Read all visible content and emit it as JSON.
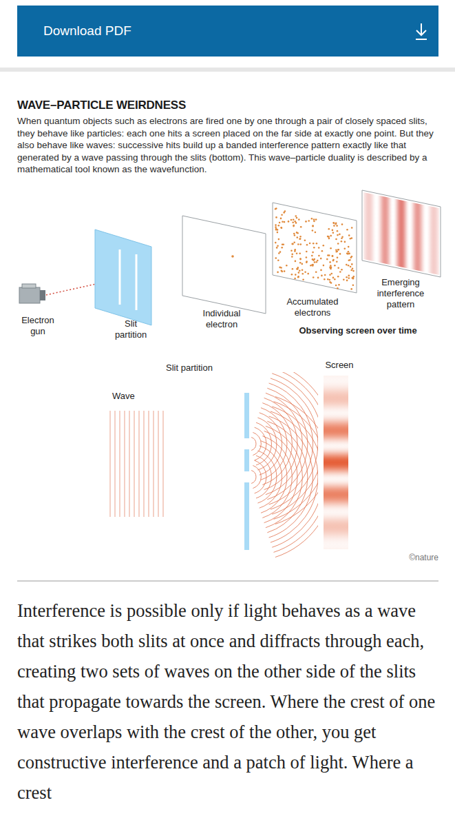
{
  "diagram": {
    "title": "WAVE–PARTICLE WEIRDNESS",
    "caption": "When quantum objects such as electrons are fired one by one through a pair of closely spaced slits, they behave like particles: each one hits a screen placed on the far side at exactly one point. But they also behave like waves: successive hits build up a banded interference pattern exactly like that generated by a wave passing through the slits (bottom). This wave–particle duality is described by a mathematical tool known as the wavefunction.",
    "nodes": [
      {
        "text": [
          "Download PDF"
        ]
      }
    ],
    "labels": [
      "Electron gun",
      "Slit partition",
      "Individual electron",
      "Accumulated electrons",
      "Emerging interference pattern",
      "Observing screen over time",
      "Wave",
      "Slit partition",
      "Screen",
      "©nature",
      "Interference is possible only if light behaves as a wave that strikes both slits at once and diffracts through each, creating two sets of waves on the other side of the slits that propagate towards the screen. Where the crest of one wave overlaps with the crest of the other, you get constructive interference and a patch of light. Where a crest"
    ]
  }
}
